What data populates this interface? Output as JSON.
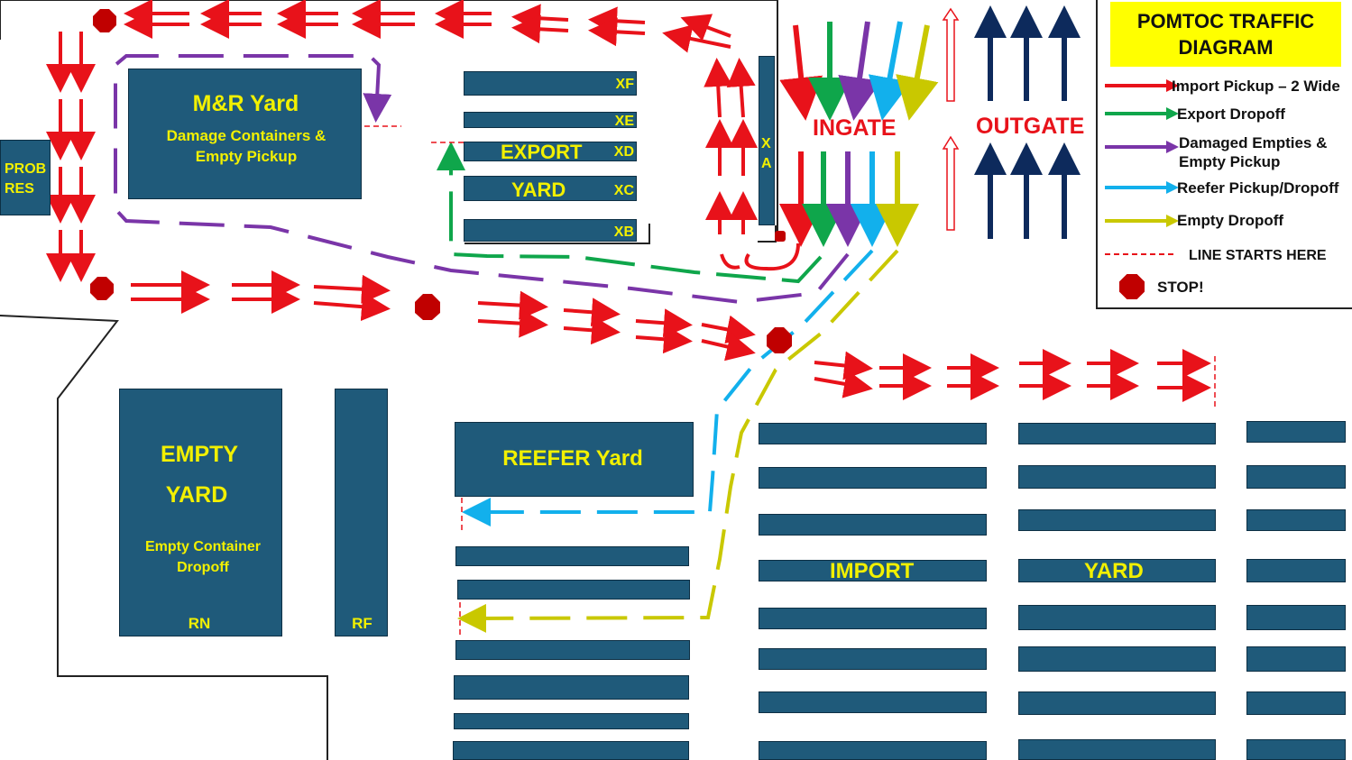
{
  "legend": {
    "title": "POMTOC TRAFFIC DIAGRAM",
    "items": [
      {
        "label": "Import Pickup – 2 Wide",
        "color": "#e8121a"
      },
      {
        "label": "Export Dropoff",
        "color": "#0fa64b"
      },
      {
        "label": "Damaged Empties & Empty Pickup",
        "color": "#7a35a8"
      },
      {
        "label": "Reefer Pickup/Dropoff",
        "color": "#12b0ec"
      },
      {
        "label": "Empty Dropoff",
        "color": "#c9c800"
      }
    ],
    "line_starts_label": "LINE STARTS HERE",
    "stop_label": "STOP!"
  },
  "gates": {
    "ingate": "INGATE",
    "outgate": "OUTGATE"
  },
  "yards": {
    "mr_title": "M&R Yard",
    "mr_sub": "Damage Containers & Empty Pickup",
    "prob_res": "PROB RES",
    "export_word1": "EXPORT",
    "export_word2": "YARD",
    "xf": "XF",
    "xe": "XE",
    "xd": "XD",
    "xc": "XC",
    "xb": "XB",
    "xa_1": "X",
    "xa_2": "A",
    "empty_word1": "EMPTY",
    "empty_word2": "YARD",
    "empty_sub": "Empty Container Dropoff",
    "rn": "RN",
    "rf": "RF",
    "reefer": "REEFER Yard",
    "import_word1": "IMPORT",
    "import_word2": "YARD"
  },
  "colors": {
    "yard_fill": "#1f5a7a",
    "label_yellow": "#f2f000",
    "import_red": "#e8121a",
    "export_green": "#0fa64b",
    "damaged_purple": "#7a35a8",
    "reefer_blue": "#12b0ec",
    "empty_yellow": "#c9c800",
    "outgate_navy": "#0d2a5c",
    "stop_red": "#c00000"
  }
}
